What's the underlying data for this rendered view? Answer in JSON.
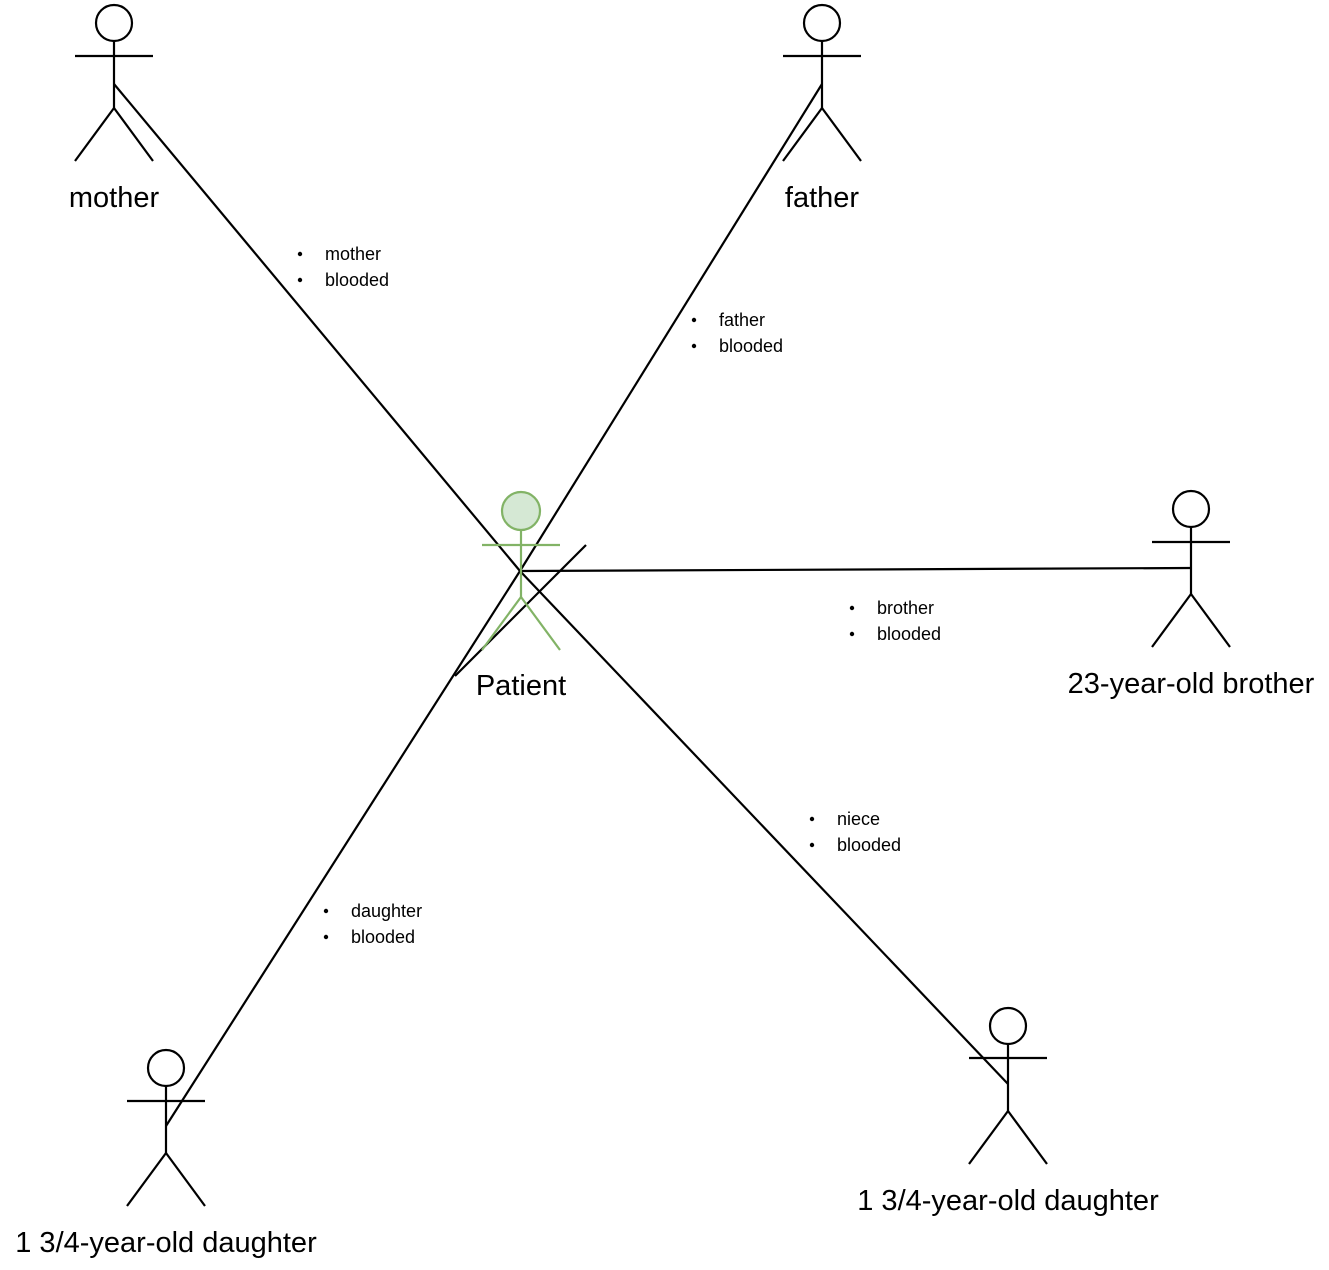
{
  "colors": {
    "line": "#000000",
    "patient_stroke": "#82b366",
    "patient_fill": "#d5e8d4"
  },
  "actors": {
    "patient": {
      "label": "Patient"
    },
    "mother": {
      "label": "mother"
    },
    "father": {
      "label": "father"
    },
    "brother": {
      "label": "23-year-old brother"
    },
    "daughter_left": {
      "label": "1 3/4-year-old daughter"
    },
    "daughter_right": {
      "label": "1 3/4-year-old daughter"
    }
  },
  "edges": {
    "mother": {
      "items": [
        "mother",
        "blooded"
      ]
    },
    "father": {
      "items": [
        "father",
        "blooded"
      ]
    },
    "brother": {
      "items": [
        "brother",
        "blooded"
      ]
    },
    "niece": {
      "items": [
        "niece",
        "blooded"
      ]
    },
    "daughter": {
      "items": [
        "daughter",
        "blooded"
      ]
    }
  }
}
